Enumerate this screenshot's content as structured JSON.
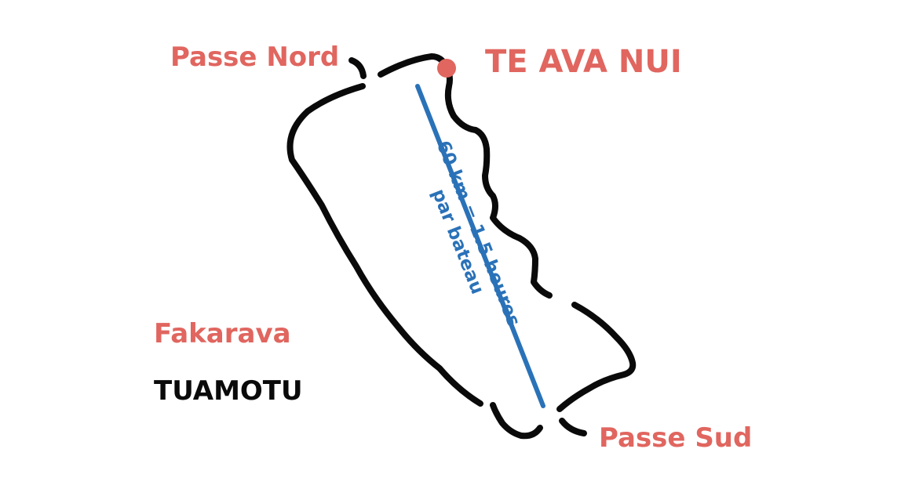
{
  "map": {
    "labels": {
      "passe_nord": "Passe Nord",
      "te_ava_nui": "TE AVA NUI",
      "passe_sud": "Passe Sud",
      "atoll_name": "Fakarava",
      "archipelago": "TUAMOTU"
    },
    "distance": {
      "line1": "60 km = 1.5 heures",
      "line2": "par bateau"
    },
    "colors": {
      "label_red": "#e0665f",
      "outline": "#0a0a0a",
      "distance_line": "#2a72b8",
      "marker": "#e0665f",
      "background": "#ffffff"
    },
    "marker": {
      "icon": "location-dot-icon",
      "place": "TE AVA NUI"
    }
  }
}
